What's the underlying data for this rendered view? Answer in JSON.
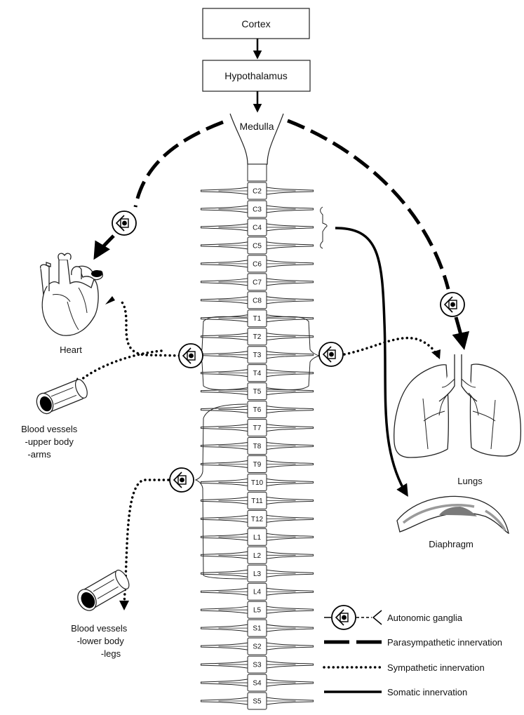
{
  "boxes": {
    "cortex": "Cortex",
    "hypothalamus": "Hypothalamus",
    "medulla": "Medulla"
  },
  "segments": [
    "C2",
    "C3",
    "C4",
    "C5",
    "C6",
    "C7",
    "C8",
    "T1",
    "T2",
    "T3",
    "T4",
    "T5",
    "T6",
    "T7",
    "T8",
    "T9",
    "T10",
    "T11",
    "T12",
    "L1",
    "L2",
    "L3",
    "L4",
    "L5",
    "S1",
    "S2",
    "S3",
    "S4",
    "S5"
  ],
  "organs": {
    "heart": "Heart",
    "lungs": "Lungs",
    "diaphragm": "Diaphragm",
    "vessels_upper": [
      "Blood vessels",
      "-upper body",
      "-arms"
    ],
    "vessels_lower": [
      "Blood vessels",
      "-lower body",
      "-legs"
    ]
  },
  "legend": {
    "ganglia": "Autonomic ganglia",
    "parasympathetic": "Parasympathetic innervation",
    "sympathetic": "Sympathetic innervation",
    "somatic": "Somatic innervation"
  }
}
